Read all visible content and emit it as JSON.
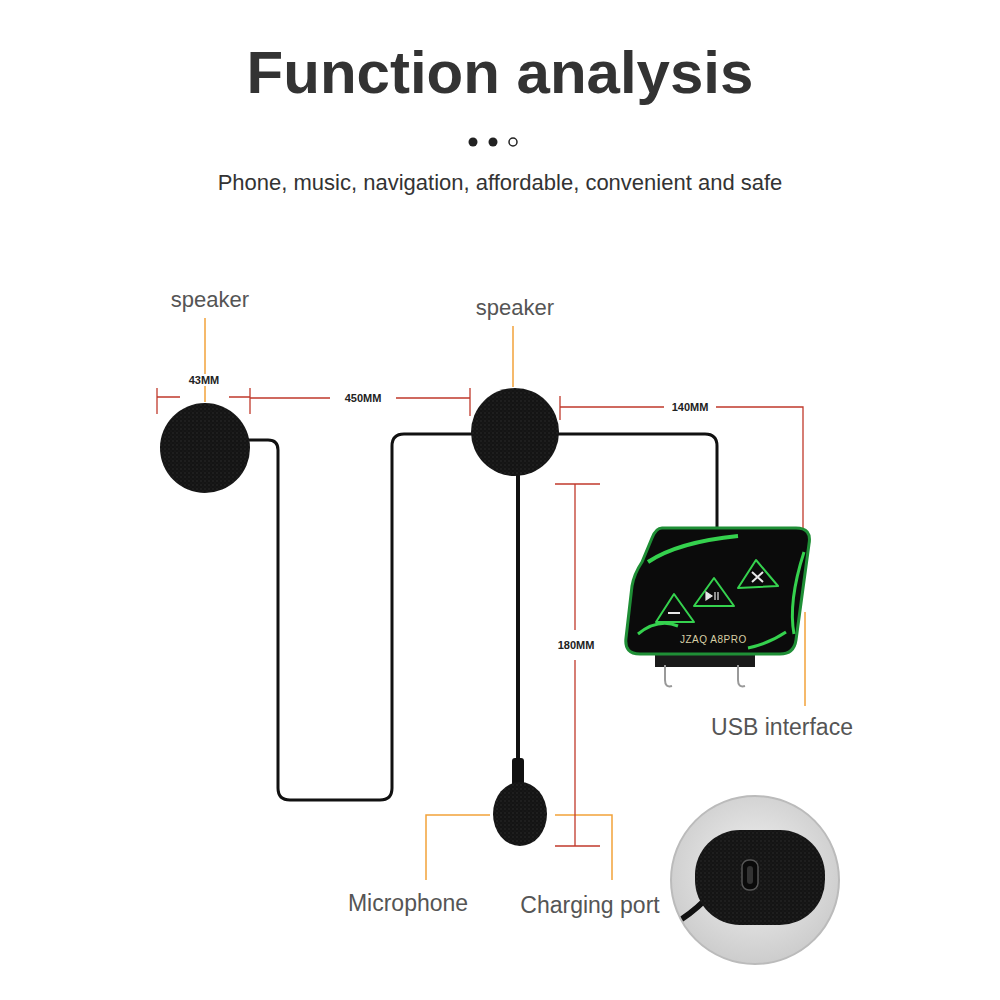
{
  "diagram": {
    "title": "Function analysis",
    "caption": "Phone, music, navigation, affordable, convenient and safe",
    "nodes": [
      {
        "text": [
          "JZAQ A8PRO"
        ]
      }
    ],
    "labels": [
      "speaker",
      "43MM",
      "450MM",
      "speaker",
      "140MM",
      "180MM",
      "USB interface",
      "Microphone",
      "Charging port"
    ]
  }
}
